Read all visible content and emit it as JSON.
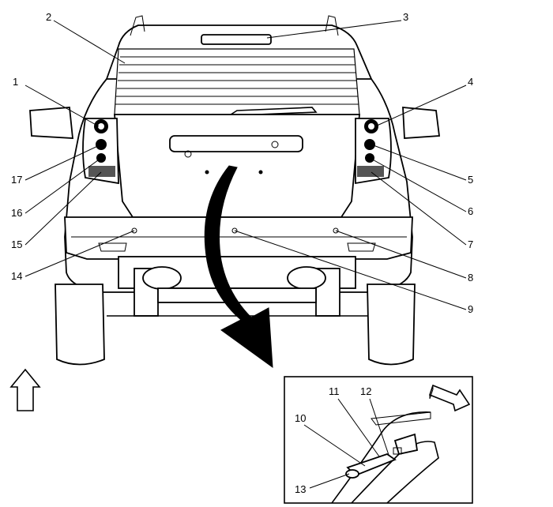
{
  "callouts": {
    "c1": "1",
    "c2": "2",
    "c3": "3",
    "c4": "4",
    "c5": "5",
    "c6": "6",
    "c7": "7",
    "c8": "8",
    "c9": "9",
    "c10": "10",
    "c11": "11",
    "c12": "12",
    "c13": "13",
    "c14": "14",
    "c15": "15",
    "c16": "16",
    "c17": "17"
  },
  "icons": {
    "up_arrow": "forward-direction-arrow-icon",
    "view_arrow": "view-direction-arrow-icon",
    "pointer_arrow": "detail-pointer-arrow-icon"
  },
  "colors": {
    "line": "#000000",
    "background": "#ffffff"
  }
}
